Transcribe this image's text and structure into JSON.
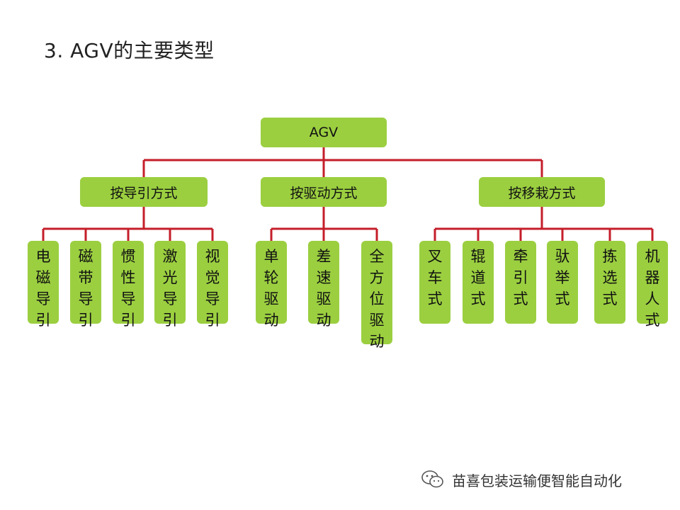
{
  "title": "3. AGV的主要类型",
  "root": "AGV",
  "categories": {
    "guide": {
      "label": "按导引方式",
      "items": [
        [
          "电",
          "磁",
          "导",
          "引"
        ],
        [
          "磁",
          "带",
          "导",
          "引"
        ],
        [
          "惯",
          "性",
          "导",
          "引"
        ],
        [
          "激",
          "光",
          "导",
          "引"
        ],
        [
          "视",
          "觉",
          "导",
          "引"
        ]
      ]
    },
    "drive": {
      "label": "按驱动方式",
      "items": [
        [
          "单",
          "轮",
          "驱",
          "动"
        ],
        [
          "差",
          "速",
          "驱",
          "动"
        ],
        [
          "全",
          "方",
          "位",
          "驱",
          "动"
        ]
      ]
    },
    "transfer": {
      "label": "按移栽方式",
      "items": [
        [
          "叉",
          "车",
          "式"
        ],
        [
          "辊",
          "道",
          "式"
        ],
        [
          "牵",
          "引",
          "式"
        ],
        [
          "驮",
          "举",
          "式"
        ],
        [
          "拣",
          "选",
          "式"
        ],
        [
          "机",
          "器",
          "人",
          "式"
        ]
      ]
    }
  },
  "footer": {
    "icon": "wechat-icon",
    "text": "苗喜包装运输便智能自动化"
  },
  "colors": {
    "node": "#9bcf40",
    "line": "#c41e2a",
    "text": "#111111"
  }
}
